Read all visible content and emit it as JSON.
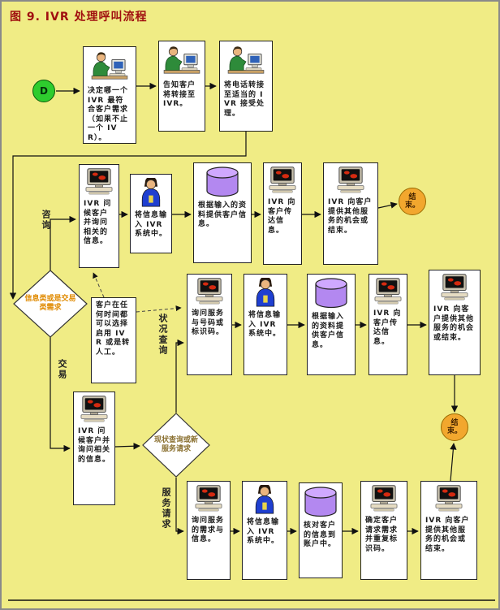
{
  "title": "图 9.  IVR 处理呼叫流程",
  "colors": {
    "background": "#f0ec85",
    "title_color": "#a01010",
    "start_fill": "#2ecc2e",
    "end_fill": "#f2a72e",
    "cylinder_fill": "#b388f0",
    "cylinder_top": "#cfa8ff",
    "diamond1_text": "#e08a00",
    "diamond2_text": "#8a7030"
  },
  "start": {
    "label": "D"
  },
  "steps": {
    "decide": "决定哪一个 IVR 最符合客户需求（如果不止一个 IVR）。",
    "inform": "告知客户将转接至 IVR。",
    "transfer": "将电话转接至适当的 IVR 接受处理。"
  },
  "decisions": {
    "info_or_transaction": "信息类或是交易类需求",
    "status_or_new_service": "现状查询或新服务请求"
  },
  "branches": {
    "consult": "咨询",
    "transaction": "交易",
    "status_query": "状况查询",
    "service_request": "服务请求"
  },
  "note": "客户在任何时间都可以选择启用 IVR 或是转人工。",
  "consult_flow": {
    "greet": "IVR 问候客户并询问相关的信息。",
    "input": "将信息输入 IVR 系统中。",
    "lookup": "根据输入的资料提供客户信息。",
    "deliver": "IVR 向客户传达信息。",
    "offer": "IVR 向客户提供其他服务的机会或结束。",
    "end": "结束。"
  },
  "status_flow": {
    "ask": "询问服务与号码或标识码。",
    "input": "将信息输入 IVR 系统中。",
    "lookup": "根据输入的资料提供客户信息。",
    "deliver": "IVR 向客户传达信息。",
    "offer": "IVR 向客户提供其他服务的机会或结束。"
  },
  "transaction_flow": {
    "greet": "IVR 问候客户并询问相关的信息。"
  },
  "service_flow": {
    "ask": "询问服务的需求与信息。",
    "input": "将信息输入 IVR 系统中。",
    "verify": "核对客户的信息到账户中。",
    "confirm": "确定客户请求需求并重复标识码。",
    "offer": "IVR 向客户提供其他服务的机会或结束。",
    "end": "结束。"
  }
}
